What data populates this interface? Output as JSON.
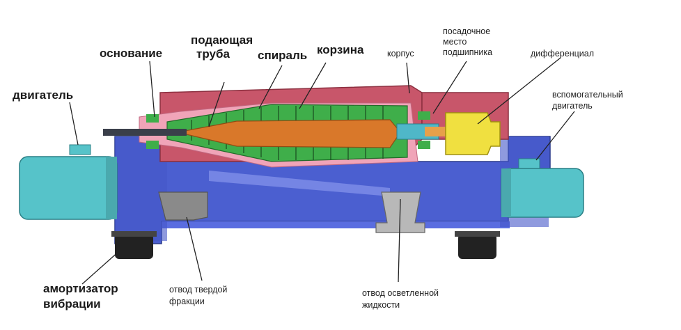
{
  "labels": {
    "motor": "двигатель",
    "base": "основание",
    "feed_tube": "подающая труба",
    "feed_tube_line1": "подающая",
    "feed_tube_line2": "труба",
    "screw": "спираль",
    "bowl": "корзина",
    "housing": "корпус",
    "bearing_seat_line1": "посадочное",
    "bearing_seat_line2": "место",
    "bearing_seat_line3": "подшипника",
    "differential": "дифференциал",
    "aux_motor_line1": "вспомогательный",
    "aux_motor_line2": "двигатель",
    "damper_line1": "амортизатор",
    "damper_line2": "вибрации",
    "solid_outlet_line1": "отвод твердой",
    "solid_outlet_line2": "фракции",
    "liquid_outlet_line1": "отвод осветленной",
    "liquid_outlet_line2": "жидкости"
  },
  "colors": {
    "frame": "#4b5fd0",
    "housing": "#c8566a",
    "bowl_green": "#3fae4a",
    "core_orange": "#d9782a",
    "motor_teal": "#56c3c9",
    "differential": "#f0e040",
    "shell_pink": "#f0a4b8",
    "outlet_gray": "#8a8a8a",
    "damper_black": "#222222"
  }
}
